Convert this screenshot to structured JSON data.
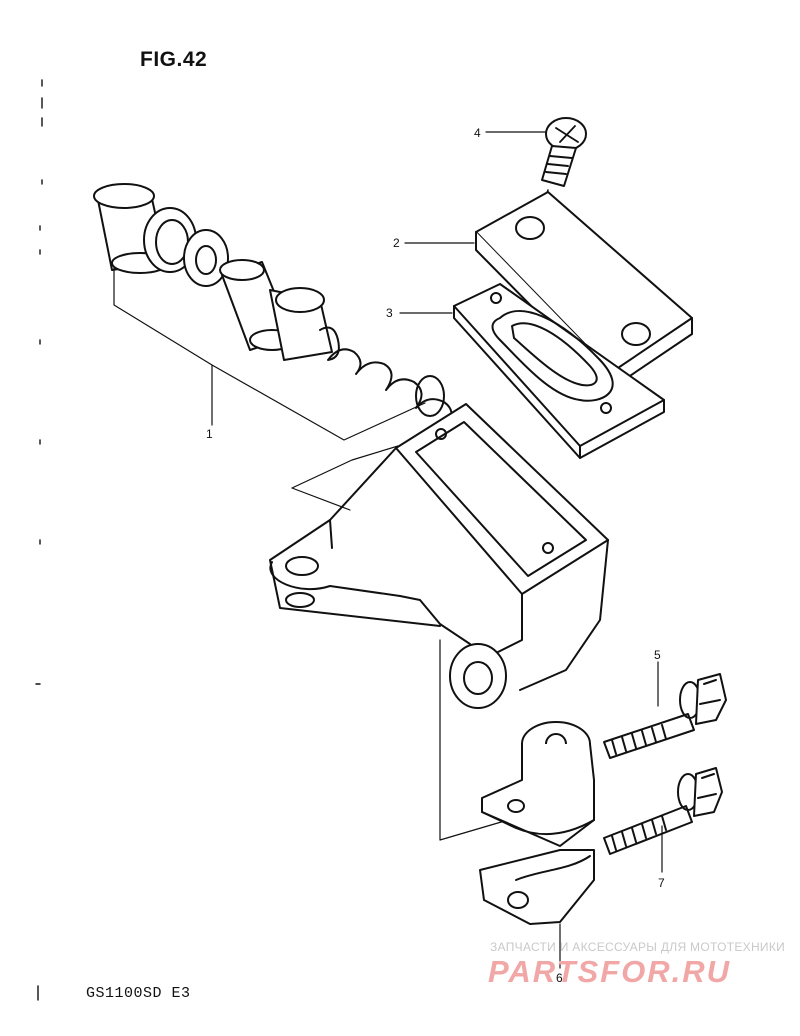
{
  "figure": {
    "title": "FIG.42"
  },
  "model": "GS1100SD E3",
  "callouts": [
    {
      "id": "1",
      "label": "1"
    },
    {
      "id": "2",
      "label": "2"
    },
    {
      "id": "3",
      "label": "3"
    },
    {
      "id": "4",
      "label": "4"
    },
    {
      "id": "5",
      "label": "5"
    },
    {
      "id": "6",
      "label": "6"
    },
    {
      "id": "7",
      "label": "7"
    }
  ],
  "watermark": {
    "tagline": "ЗАПЧАСТИ И АКСЕССУАРЫ ДЛЯ МОТОТЕХНИКИ",
    "logo": "PARTSFOR.RU"
  }
}
